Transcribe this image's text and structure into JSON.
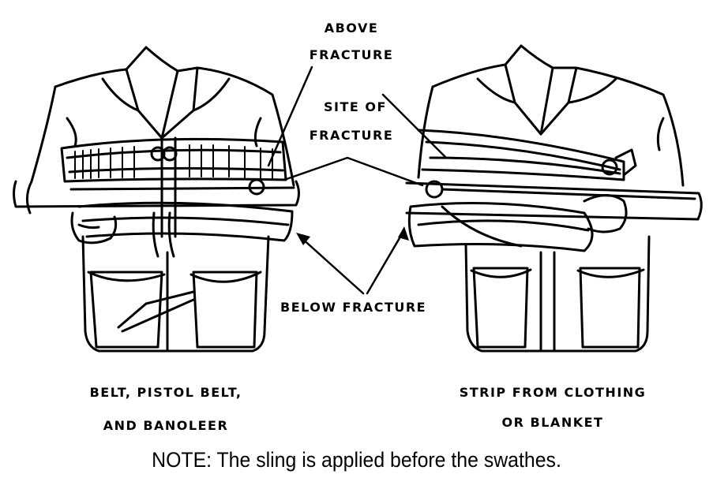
{
  "labels": {
    "above": "ABOVE",
    "fracture_1": "FRACTURE",
    "site_of": "SITE OF",
    "fracture_2": "FRACTURE",
    "below_fracture": "BELOW FRACTURE"
  },
  "captions": {
    "left_line1": "BELT, PISTOL BELT,",
    "left_line2": "AND BANOLEER",
    "right_line1": "STRIP FROM CLOTHING",
    "right_line2": "OR BLANKET"
  },
  "note": "NOTE:  The sling is applied before the swathes."
}
